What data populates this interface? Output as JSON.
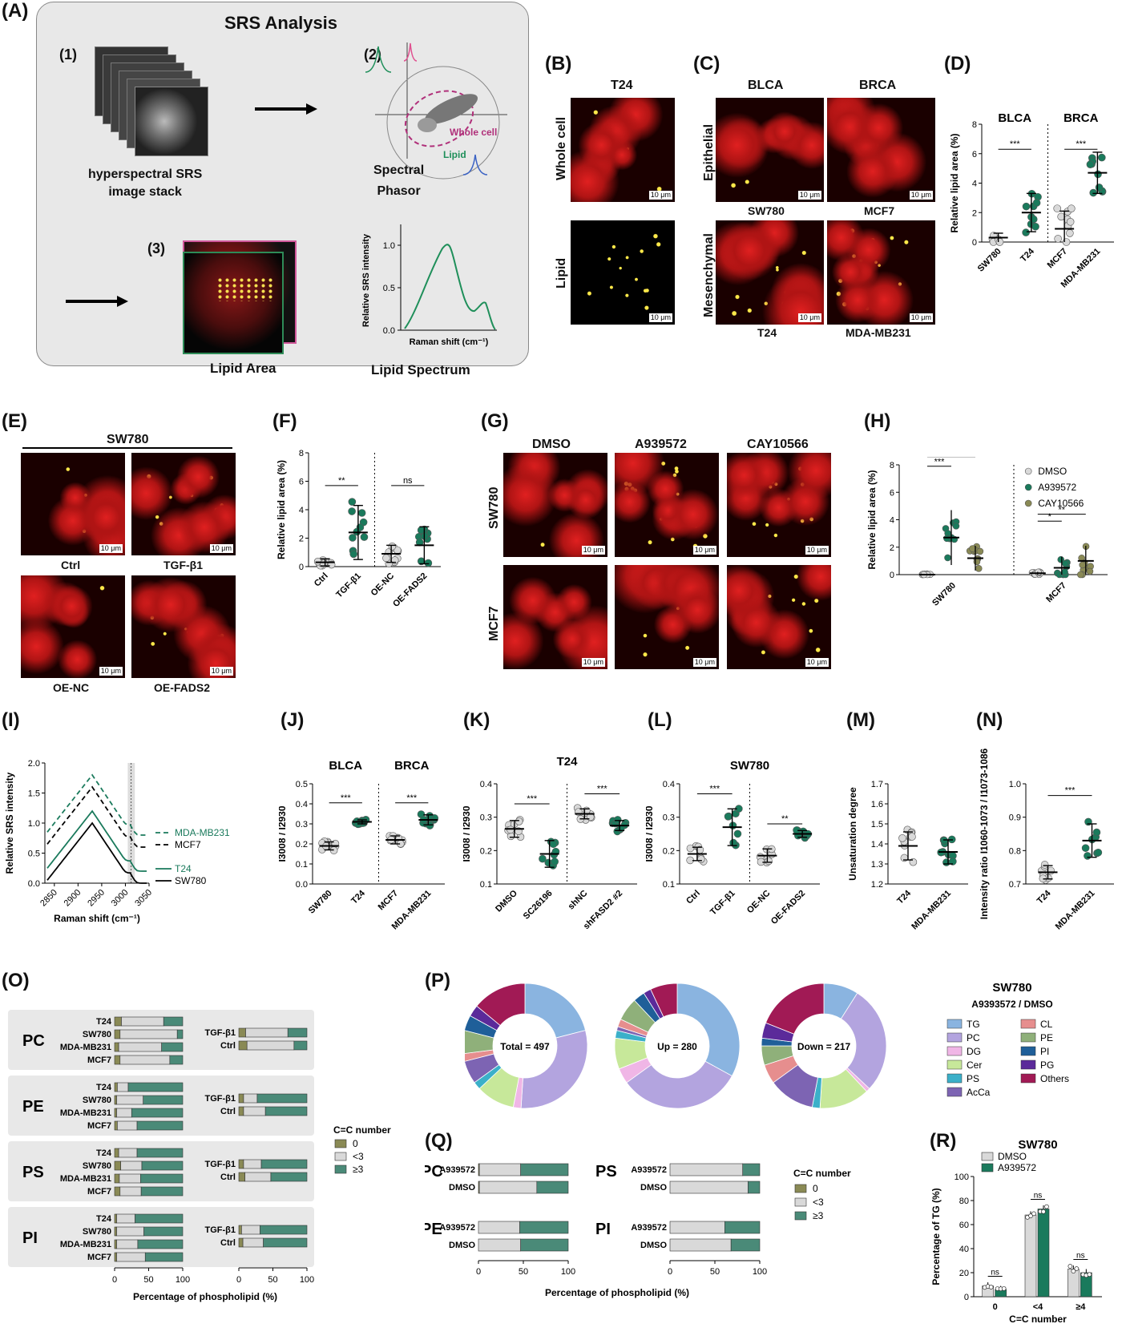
{
  "panels": {
    "A": "(A)",
    "B": "(B)",
    "C": "(C)",
    "D": "(D)",
    "E": "(E)",
    "F": "(F)",
    "G": "(G)",
    "H": "(H)",
    "I": "(I)",
    "J": "(J)",
    "K": "(K)",
    "L": "(L)",
    "M": "(M)",
    "N": "(N)",
    "O": "(O)",
    "P": "(P)",
    "Q": "(Q)",
    "R": "(R)"
  },
  "A": {
    "title": "SRS Analysis",
    "s1": "(1)",
    "s2": "(2)",
    "s3": "(3)",
    "stack_label": "hyperspectral SRS\nimage stack",
    "phasor_label": "Spectral\nPhasor",
    "phasor_whole": "Whole cell",
    "phasor_lipid": "Lipid",
    "area_label": "Lipid Area",
    "spectrum_label": "Lipid Spectrum",
    "spec_ylabel": "Relative SRS intensity",
    "spec_xlabel": "Raman shift (cm⁻¹)",
    "spec_yticks": [
      "0.0",
      "0.5",
      "1.0"
    ]
  },
  "scalebar": "10 μm",
  "B": {
    "col": "T24",
    "row1": "Whole cell",
    "row2": "Lipid"
  },
  "C": {
    "col1": "BLCA",
    "col2": "BRCA",
    "row1": "Epithelial",
    "row2": "Mesenchymal",
    "lbl1": "SW780",
    "lbl2": "MCF7",
    "lbl3": "T24",
    "lbl4": "MDA-MB231"
  },
  "E": {
    "title": "SW780",
    "l1": "Ctrl",
    "l2": "TGF-β1",
    "l3": "OE-NC",
    "l4": "OE-FADS2"
  },
  "G": {
    "c1": "DMSO",
    "c2": "A939572",
    "c3": "CAY10566",
    "r1": "SW780",
    "r2": "MCF7"
  },
  "colors": {
    "grey": "#d9d9d9",
    "green": "#1a7a5c",
    "olive": "#8a8a55",
    "accent": "#2e8b57"
  },
  "chart_data": [
    {
      "id": "D",
      "type": "scatter",
      "groups": [
        "BLCA",
        "BRCA"
      ],
      "categories": [
        "SW780",
        "T24",
        "MCF7",
        "MDA-MB231"
      ],
      "ylabel": "Relative lipid area (%)",
      "ylim": [
        0,
        8
      ],
      "yticks": [
        0,
        2,
        4,
        6,
        8
      ],
      "means": [
        0.3,
        2.0,
        0.9,
        4.7
      ],
      "sig": [
        "***",
        "***"
      ]
    },
    {
      "id": "F",
      "type": "scatter",
      "title": "SW780",
      "categories": [
        "Ctrl",
        "TGF-β1",
        "OE-NC",
        "OE-FADS2"
      ],
      "ylabel": "Relative lipid area (%)",
      "ylim": [
        0,
        8
      ],
      "yticks": [
        0,
        2,
        4,
        6,
        8
      ],
      "means": [
        0.3,
        2.4,
        0.9,
        1.5
      ],
      "sig": [
        "**",
        "ns"
      ]
    },
    {
      "id": "H",
      "type": "scatter",
      "categories": [
        "SW780",
        "MCF7"
      ],
      "series": [
        "DMSO",
        "A939572",
        "CAY10566"
      ],
      "ylabel": "Relative lipid area (%)",
      "ylim": [
        0,
        8
      ],
      "yticks": [
        0,
        2,
        4,
        6,
        8
      ],
      "means": [
        [
          0.0,
          2.7,
          1.2
        ],
        [
          0.1,
          0.5,
          1.0
        ]
      ],
      "sig": [
        "***",
        "**",
        "*",
        "**"
      ]
    },
    {
      "id": "I",
      "type": "line",
      "series": [
        "MDA-MB231",
        "MCF7",
        "T24",
        "SW780"
      ],
      "xlabel": "Raman shift (cm⁻¹)",
      "ylabel": "Relative SRS intensity",
      "xlim": [
        2830,
        3050
      ],
      "ylim": [
        0,
        2.0
      ],
      "xticks": [
        2850,
        2900,
        2950,
        3000,
        3050
      ],
      "yticks": [
        "0.0",
        "0.5",
        "1.0",
        "1.5",
        "2.0"
      ]
    },
    {
      "id": "J",
      "type": "scatter",
      "groups": [
        "BLCA",
        "BRCA"
      ],
      "categories": [
        "SW780",
        "T24",
        "MCF7",
        "MDA-MB231"
      ],
      "ylabel": "I3008 / I2930",
      "ylim": [
        0,
        0.5
      ],
      "yticks": [
        "0.0",
        "0.1",
        "0.2",
        "0.3",
        "0.4",
        "0.5"
      ],
      "means": [
        0.19,
        0.31,
        0.22,
        0.32
      ],
      "sig": [
        "***",
        "***"
      ]
    },
    {
      "id": "K",
      "type": "scatter",
      "title": "T24",
      "categories": [
        "DMSO",
        "SC26196",
        "shNC",
        "shFASD2 #2"
      ],
      "ylabel": "I3008 / I2930",
      "ylim": [
        0.1,
        0.4
      ],
      "yticks": [
        "0.1",
        "0.2",
        "0.3",
        "0.4"
      ],
      "means": [
        0.265,
        0.19,
        0.31,
        0.275
      ],
      "sig": [
        "***",
        "***"
      ]
    },
    {
      "id": "L",
      "type": "scatter",
      "title": "SW780",
      "categories": [
        "Ctrl",
        "TGF-β1",
        "OE-NC",
        "OE-FADS2"
      ],
      "ylabel": "I3008 / I2930",
      "ylim": [
        0.1,
        0.4
      ],
      "yticks": [
        "0.1",
        "0.2",
        "0.3",
        "0.4"
      ],
      "means": [
        0.19,
        0.27,
        0.185,
        0.25
      ],
      "sig": [
        "***",
        "**"
      ]
    },
    {
      "id": "M",
      "type": "scatter",
      "categories": [
        "T24",
        "MDA-MB231"
      ],
      "ylabel": "Unsaturation degree",
      "ylim": [
        1.2,
        1.7
      ],
      "yticks": [
        "1.2",
        "1.3",
        "1.4",
        "1.5",
        "1.6",
        "1.7"
      ],
      "means": [
        1.39,
        1.36
      ]
    },
    {
      "id": "N",
      "type": "scatter",
      "categories": [
        "T24",
        "MDA-MB231"
      ],
      "ylabel": "Intensity ratio I1060-1073 / I1073-1086",
      "ylim": [
        0.7,
        1.0
      ],
      "yticks": [
        "0.7",
        "0.8",
        "0.9",
        "1.0"
      ],
      "means": [
        0.735,
        0.83
      ],
      "sig": [
        "***"
      ]
    },
    {
      "id": "O",
      "type": "bar",
      "orientation": "horizontal-stacked",
      "classes": [
        "PC",
        "PE",
        "PS",
        "PI"
      ],
      "left_rows": [
        "T24",
        "SW780",
        "MDA-MB231",
        "MCF7"
      ],
      "right_rows": [
        "TGF-β1",
        "Ctrl"
      ],
      "xlabel": "Percentage of phospholipid (%)",
      "xticks": [
        "0",
        "50",
        "100"
      ],
      "legend_title": "C=C number",
      "legend": [
        "0",
        "<3",
        "≥3"
      ],
      "left": {
        "PC": [
          [
            10,
            62,
            28
          ],
          [
            8,
            84,
            8
          ],
          [
            6,
            63,
            31
          ],
          [
            8,
            73,
            19
          ]
        ],
        "PE": [
          [
            4,
            16,
            80
          ],
          [
            3,
            39,
            58
          ],
          [
            3,
            22,
            75
          ],
          [
            4,
            29,
            67
          ]
        ],
        "PS": [
          [
            6,
            27,
            67
          ],
          [
            9,
            31,
            60
          ],
          [
            7,
            31,
            62
          ],
          [
            8,
            31,
            61
          ]
        ],
        "PI": [
          [
            3,
            27,
            70
          ],
          [
            3,
            40,
            57
          ],
          [
            3,
            31,
            66
          ],
          [
            3,
            42,
            55
          ]
        ]
      },
      "right": {
        "PC": [
          [
            10,
            62,
            28
          ],
          [
            12,
            69,
            19
          ]
        ],
        "PE": [
          [
            7,
            20,
            73
          ],
          [
            7,
            32,
            61
          ]
        ],
        "PS": [
          [
            7,
            26,
            67
          ],
          [
            9,
            38,
            53
          ]
        ],
        "PI": [
          [
            4,
            27,
            69
          ],
          [
            6,
            30,
            64
          ]
        ]
      }
    },
    {
      "id": "P",
      "type": "pie",
      "title": "SW780",
      "subtitle": "A9393572 / DMSO",
      "centers": [
        "Total = 497",
        "Up = 280",
        "Down = 217"
      ],
      "legend": [
        "TG",
        "CL",
        "PC",
        "PE",
        "DG",
        "PI",
        "Cer",
        "PG",
        "PS",
        "Others",
        "AcCa"
      ],
      "colors": {
        "TG": "#8ab4e0",
        "PC": "#b3a4df",
        "DG": "#f0b6e6",
        "Cer": "#c7e89a",
        "PS": "#3bb0c9",
        "AcCa": "#7d64b3",
        "CL": "#e68e8e",
        "PE": "#8fb07a",
        "PI": "#1f5f99",
        "PG": "#5b2a9a",
        "Others": "#a11a55"
      },
      "donuts": [
        [
          [
            "TG",
            21
          ],
          [
            "PC",
            30
          ],
          [
            "DG",
            2
          ],
          [
            "Cer",
            10
          ],
          [
            "PS",
            2
          ],
          [
            "AcCa",
            6
          ],
          [
            "CL",
            2
          ],
          [
            "PE",
            6
          ],
          [
            "PI",
            4
          ],
          [
            "PG",
            3
          ],
          [
            "Others",
            14
          ]
        ],
        [
          [
            "TG",
            33
          ],
          [
            "PC",
            32
          ],
          [
            "DG",
            4
          ],
          [
            "Cer",
            8
          ],
          [
            "PS",
            2
          ],
          [
            "AcCa",
            1
          ],
          [
            "CL",
            2
          ],
          [
            "PE",
            6
          ],
          [
            "PI",
            3
          ],
          [
            "PG",
            2
          ],
          [
            "Others",
            7
          ]
        ],
        [
          [
            "TG",
            9
          ],
          [
            "PC",
            28
          ],
          [
            "DG",
            1
          ],
          [
            "Cer",
            13
          ],
          [
            "PS",
            2
          ],
          [
            "AcCa",
            12
          ],
          [
            "CL",
            5
          ],
          [
            "PE",
            5
          ],
          [
            "PI",
            2
          ],
          [
            "PG",
            4
          ],
          [
            "Others",
            19
          ]
        ]
      ]
    },
    {
      "id": "Q",
      "type": "bar",
      "orientation": "horizontal-stacked",
      "classes": [
        "PC",
        "PE",
        "PS",
        "PI"
      ],
      "rows": [
        "A939572",
        "DMSO"
      ],
      "xlabel": "Percentage of phospholipid (%)",
      "xticks": [
        "0",
        "50",
        "100"
      ],
      "legend_title": "C=C number",
      "legend": [
        "0",
        "<3",
        "≥3"
      ],
      "data": {
        "PC": [
          [
            1,
            46,
            53
          ],
          [
            1,
            64,
            35
          ]
        ],
        "PE": [
          [
            0,
            46,
            54
          ],
          [
            0,
            47,
            53
          ]
        ],
        "PS": [
          [
            0,
            81,
            19
          ],
          [
            0,
            87,
            13
          ]
        ],
        "PI": [
          [
            0,
            61,
            39
          ],
          [
            0,
            68,
            32
          ]
        ]
      }
    },
    {
      "id": "R",
      "type": "bar",
      "title": "SW780",
      "categories": [
        "0",
        "<4",
        "≥4"
      ],
      "series": [
        {
          "name": "DMSO",
          "values": [
            9,
            68,
            23
          ]
        },
        {
          "name": "A939572",
          "values": [
            6,
            73,
            20
          ]
        }
      ],
      "xlabel": "C=C number",
      "ylabel": "Percentage of TG (%)",
      "ylim": [
        0,
        100
      ],
      "yticks": [
        "0",
        "20",
        "40",
        "60",
        "80",
        "100"
      ],
      "sig": [
        "ns",
        "ns",
        "ns"
      ]
    }
  ]
}
